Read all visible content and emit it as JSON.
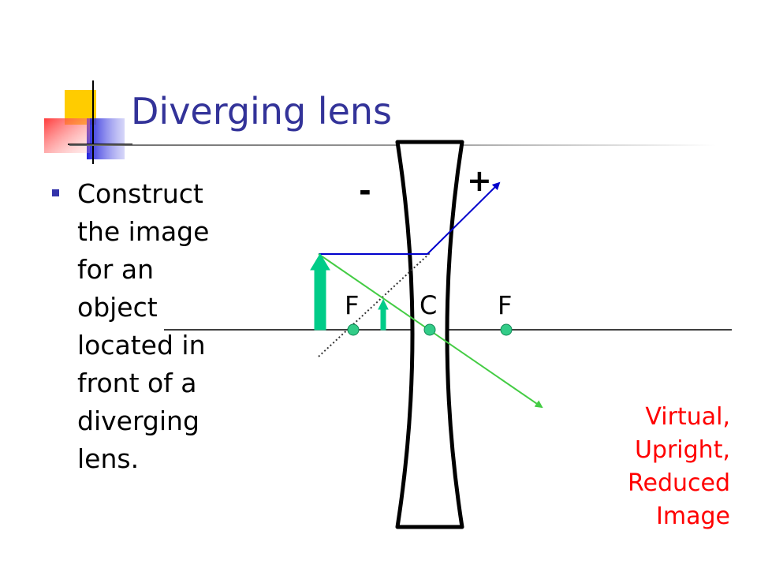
{
  "slide": {
    "title": "Diverging lens",
    "bullet_lines": [
      "Construct",
      "the image",
      "for an",
      "object",
      "located in",
      "front of a",
      "diverging",
      "lens."
    ]
  },
  "diagram": {
    "minus_sign": "-",
    "plus_sign": "+",
    "focal_left_label": "F",
    "center_label": "C",
    "focal_right_label": "F",
    "colors": {
      "object_arrow": "#00cc88",
      "image_arrow": "#00cc88",
      "parallel_ray": "#0000cc",
      "center_ray": "#44cc44",
      "construction_line": "#333333",
      "points": "#33cc88",
      "axis": "#000000",
      "lens": "#000000"
    }
  },
  "result": {
    "lines": [
      "Virtual,",
      "Upright,",
      "Reduced",
      "Image"
    ],
    "color": "#ff0000"
  }
}
